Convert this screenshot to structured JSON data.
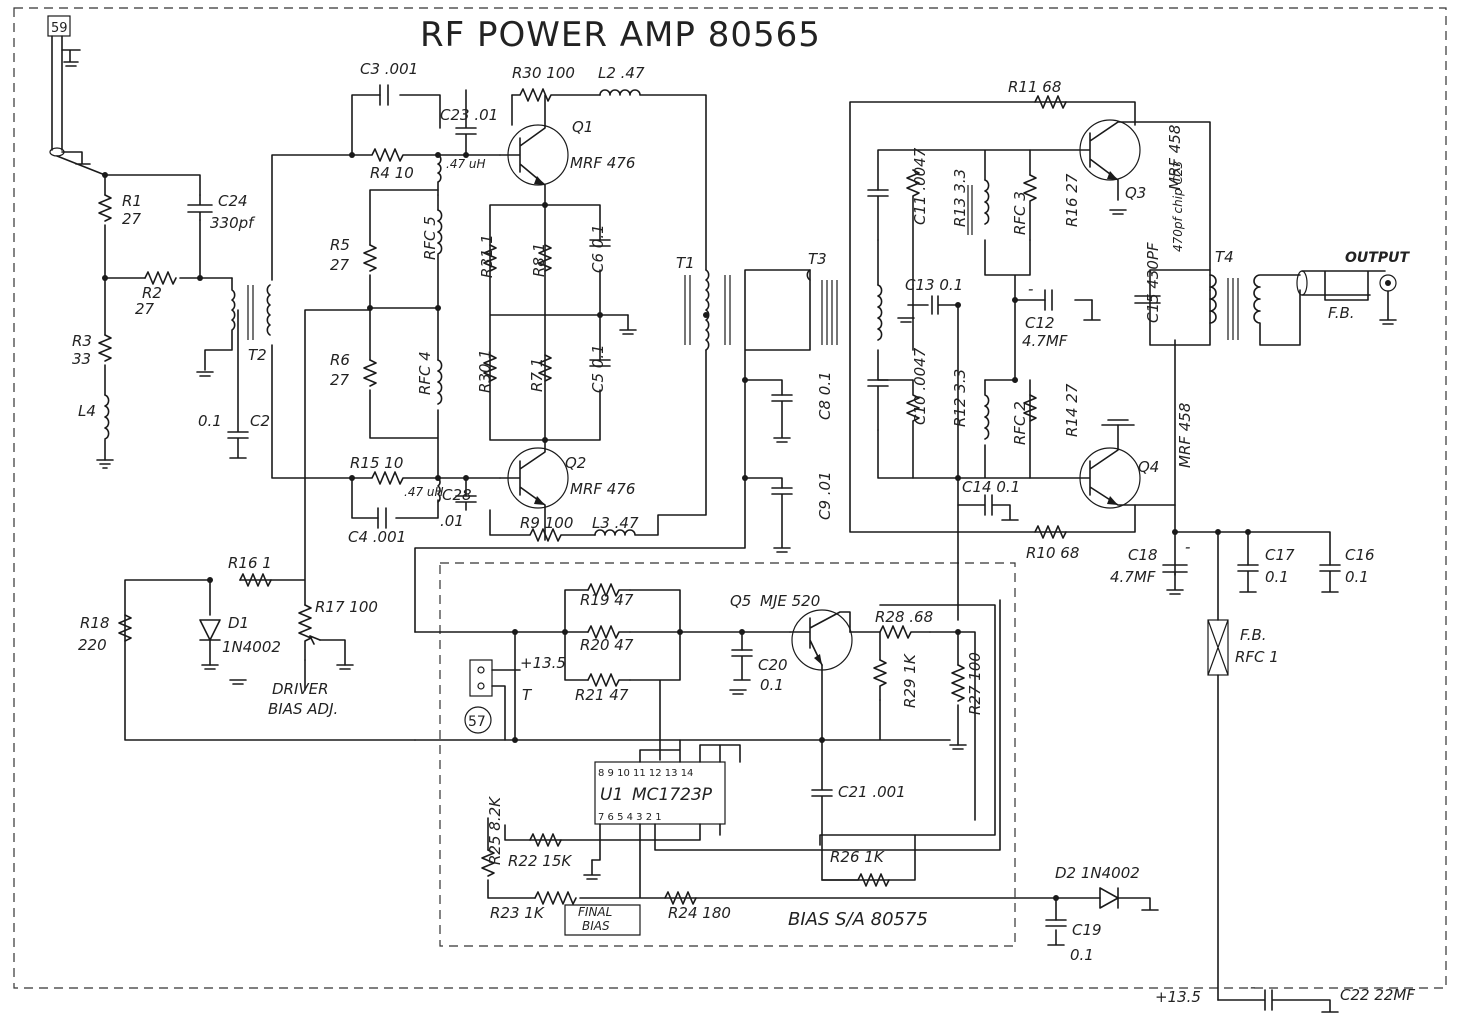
{
  "title": "RF POWER AMP 80565",
  "bias_board": "BIAS  S/A  80575",
  "connectors": {
    "input_jack": "59",
    "bias_connector": "57",
    "output": "OUTPUT",
    "supply_pos": "+13.5",
    "supply_neg": "-"
  },
  "transistors": {
    "q1": {
      "ref": "Q1",
      "part": "MRF 476"
    },
    "q2": {
      "ref": "Q2",
      "part": "MRF 476"
    },
    "q3": {
      "ref": "Q3",
      "part": "MRF 458"
    },
    "q4": {
      "ref": "Q4",
      "part": "MRF 458"
    },
    "q5": {
      "ref": "Q5",
      "part": "MJE 520"
    }
  },
  "ic": {
    "ref": "U1",
    "part": "MC1723P",
    "pins_top": "8 9 10 11 12 13 14",
    "pins_bottom": "7 6 5 4 3 2 1"
  },
  "transformers": {
    "t1": "T1",
    "t2": "T2",
    "t3": "T3",
    "t4": "T4"
  },
  "inductors": {
    "l2": "L2 .47",
    "l3": "L3 .47",
    "l4": "L4",
    "rfc1_a": "F.B.",
    "rfc1_b": "RFC 1",
    "rfc2": "RFC 2",
    "rfc3": "RFC 3",
    "rfc4": "RFC 4",
    "rfc5": "RFC 5",
    "fb_out": "F.B.",
    "l_q1": ".47 uH",
    "l_q2": ".47 uH"
  },
  "resistors": {
    "r1": "R1",
    "r1v": "27",
    "r2": "R2",
    "r2v": "27",
    "r3": "R3",
    "r3v": "33",
    "r4": "R4 10",
    "r5": "R5",
    "r5v": "27",
    "r6": "R6",
    "r6v": "27",
    "r7": "R7 1",
    "r8": "R8 1",
    "r9": "R9 100",
    "r10": "R10 68",
    "r11": "R11 68",
    "r12": "R12 3.3",
    "r13": "R13 3.3",
    "r14": "R14 27",
    "r15": "R15 10",
    "r16": "R16 27",
    "r15b": "R15 10",
    "r16b": "R16 1",
    "r17": "R17 100",
    "r18": "R18",
    "r18v": "220",
    "r19": "R19 47",
    "r20": "R20 47",
    "r21": "R21 47",
    "r22": "R22 15K",
    "r23": "R23 1K",
    "r24": "R24 180",
    "r25": "R25 8.2K",
    "r26": "R26 1K",
    "r27": "R27 100",
    "r28": "R28 .68",
    "r29": "R29 1K",
    "r30": "R30 100",
    "r31": "R31 1",
    "r30b": "R30 1"
  },
  "capacitors": {
    "c2": "C2",
    "c2v": "0.1",
    "c3": "C3 .001",
    "c4": "C4 .001",
    "c5": "C5 0.1",
    "c6": "C6 0.1",
    "c8": "C8 0.1",
    "c9": "C9 .01",
    "c10": "C10 .0047",
    "c11": "C11 .0047",
    "c12": "C12",
    "c12v": "4.7MF",
    "c13": "C13 0.1",
    "c14": "C14 0.1",
    "c15": "C15 430PF",
    "c16": "C16",
    "c16v": "0.1",
    "c17": "C17",
    "c17v": "0.1",
    "c18": "C18",
    "c18v": "4.7MF",
    "c19": "C19",
    "c19v": "0.1",
    "c20": "C20",
    "c20v": "0.1",
    "c21": "C21 .001",
    "c22": "C22  22MF",
    "c23": "C23 .01",
    "c24": "C24",
    "c24v": "330pf",
    "c28": "C28",
    "c28v": ".01",
    "chip": "470pf chip C23"
  },
  "diodes": {
    "d1": "D1",
    "d1v": "1N4002",
    "d2": "D2  1N4002"
  },
  "adjust": {
    "driver_bias_1": "DRIVER",
    "driver_bias_2": "BIAS ADJ.",
    "final_bias_1": "FINAL",
    "final_bias_2": "BIAS"
  },
  "supply_label": "+13.5",
  "t_label": "T"
}
